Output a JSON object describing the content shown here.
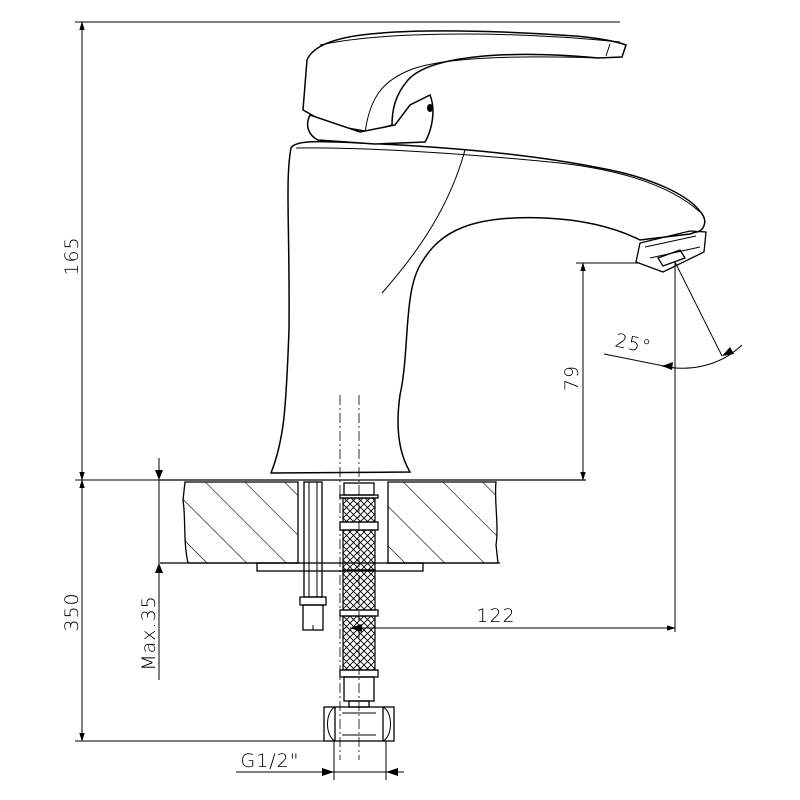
{
  "drawing": {
    "dimensions": {
      "overall_height": "165",
      "spout_height": "79",
      "spout_angle": "25°",
      "spout_reach": "122",
      "hose_length": "350",
      "max_deck_thickness": "Max.35",
      "thread_size": "G1/2\""
    }
  }
}
